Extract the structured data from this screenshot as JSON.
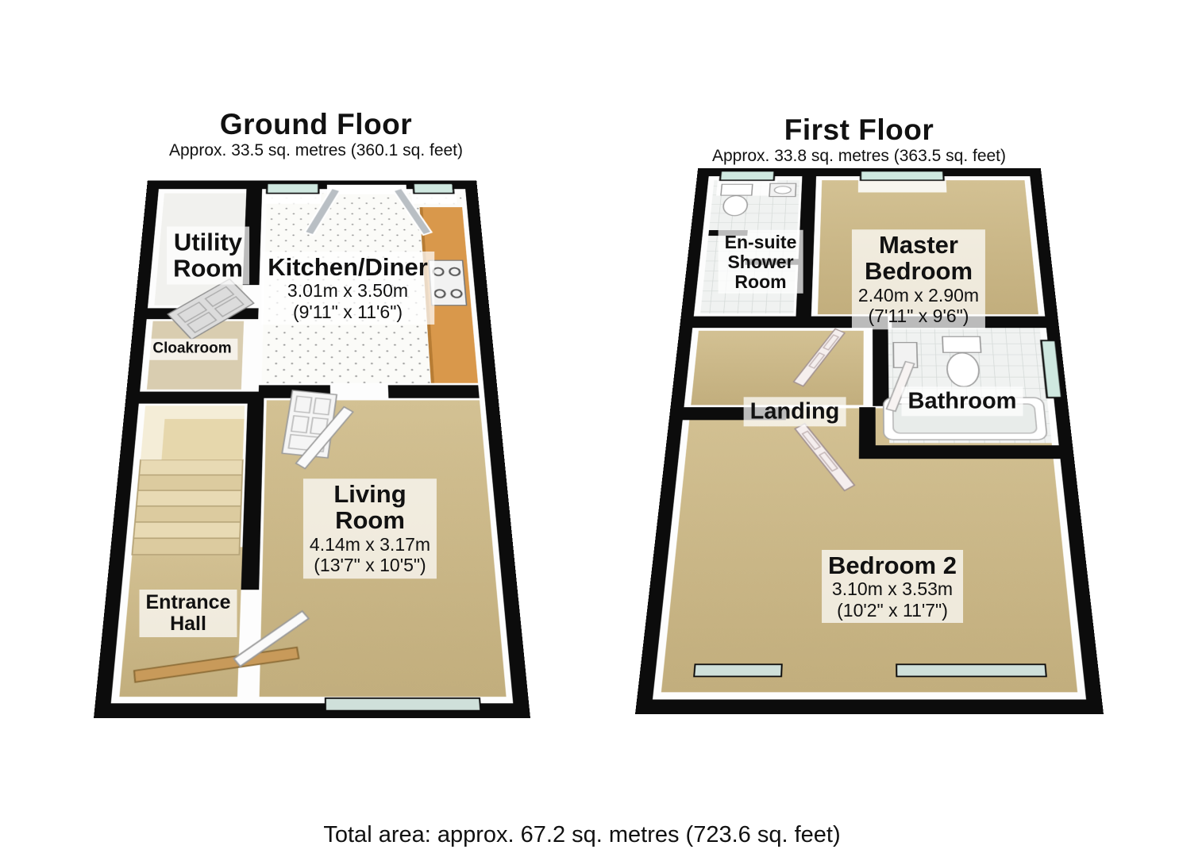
{
  "ground_floor": {
    "title": "Ground Floor",
    "subtitle": "Approx. 33.5 sq. metres (360.1 sq. feet)",
    "rooms": {
      "utility": {
        "name": "Utility\nRoom"
      },
      "kitchen": {
        "name": "Kitchen/Diner",
        "size_m": "3.01m x 3.50m",
        "size_ft": "(9'11\" x 11'6\")"
      },
      "cloakroom": {
        "name": "Cloakroom"
      },
      "living": {
        "name": "Living\nRoom",
        "size_m": "4.14m x 3.17m",
        "size_ft": "(13'7\" x 10'5\")"
      },
      "entrance": {
        "name": "Entrance\nHall"
      }
    }
  },
  "first_floor": {
    "title": "First Floor",
    "subtitle": "Approx. 33.8 sq. metres (363.5 sq. feet)",
    "rooms": {
      "ensuite": {
        "name": "En-suite\nShower\nRoom"
      },
      "master": {
        "name": "Master\nBedroom",
        "size_m": "2.40m x 2.90m",
        "size_ft": "(7'11\" x 9'6\")"
      },
      "landing": {
        "name": "Landing"
      },
      "bathroom": {
        "name": "Bathroom"
      },
      "bedroom2": {
        "name": "Bedroom 2",
        "size_m": "3.10m x 3.53m",
        "size_ft": "(10'2\" x 11'7\")"
      }
    }
  },
  "footer": {
    "total_area": "Total area: approx. 67.2 sq. metres (723.6 sq. feet)"
  },
  "colors": {
    "wall": "#0c0c0c",
    "carpet": "#c9b78a",
    "window_glass": "#cfe8e0",
    "counter": "#d9984b"
  }
}
